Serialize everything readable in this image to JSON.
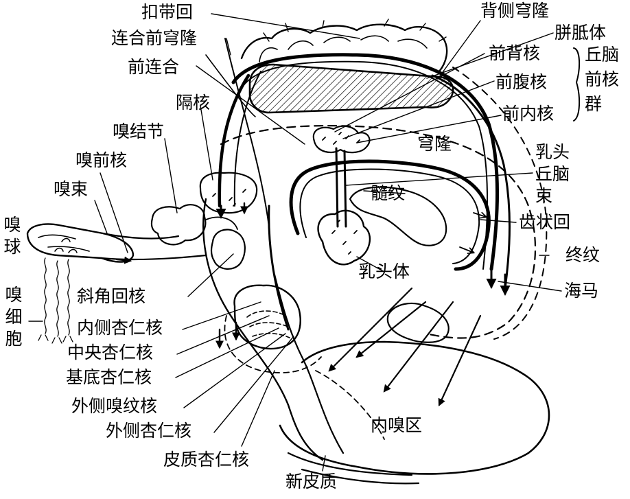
{
  "labels": {
    "cingulate_gyrus": "扣带回",
    "dorsal_fornix": "背侧穹隆",
    "commissural_fornix": "连合前穹隆",
    "corpus_callosum": "胼胝体",
    "anterior_commissure": "前连合",
    "anterodorsal_nucleus": "前背核",
    "anteroventral_nucleus": "前腹核",
    "anteromedial_nucleus": "前内核",
    "anterior_thalamic_group": "丘脑前核群",
    "septal_nuclei": "隔核",
    "olfactory_tubercle": "嗅结节",
    "fornix": "穹隆",
    "anterior_olfactory_nucleus": "嗅前核",
    "mammillothalamic_tract": "乳头丘脑束",
    "olfactory_tract": "嗅束",
    "stria_medullaris": "髓纹",
    "olfactory_bulb": "嗅球",
    "dentate_gyrus": "齿状回",
    "stria_terminalis": "终纹",
    "mammillary_body": "乳头体",
    "olfactory_cells": "嗅细胞",
    "diagonal_band_nucleus": "斜角回核",
    "hippocampus": "海马",
    "medial_amygdala": "内侧杏仁核",
    "central_amygdala": "中央杏仁核",
    "basal_amygdala": "基底杏仁核",
    "lateral_olfactory_tract_nucleus": "外侧嗅纹核",
    "lateral_amygdala": "外侧杏仁核",
    "entorhinal_area": "内嗅区",
    "cortical_amygdala": "皮质杏仁核",
    "neocortex": "新皮质"
  }
}
